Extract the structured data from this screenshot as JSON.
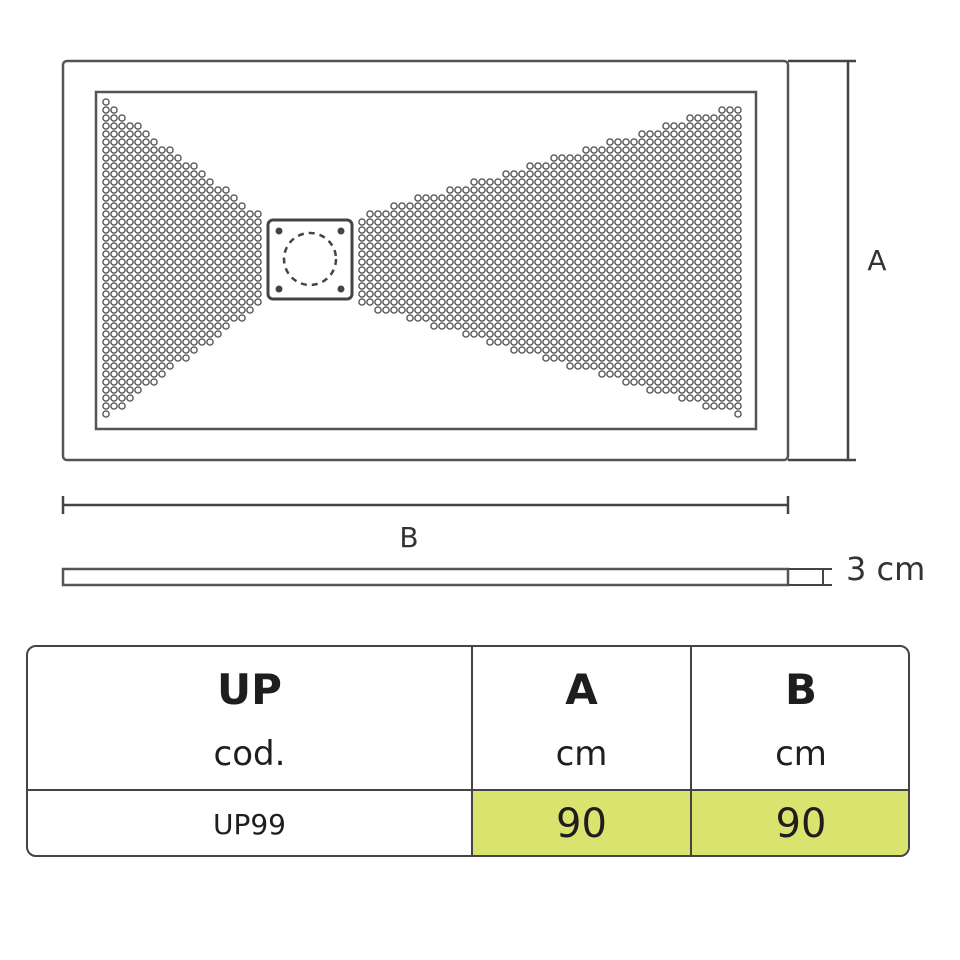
{
  "drawing": {
    "label_a": "A",
    "label_b": "B",
    "thickness_label": "3 cm"
  },
  "table": {
    "columns": [
      {
        "header": "UP",
        "unit": "cod."
      },
      {
        "header": "A",
        "unit": "cm"
      },
      {
        "header": "B",
        "unit": "cm"
      }
    ],
    "rows": [
      {
        "code": "UP99",
        "a": "90",
        "b": "90"
      }
    ],
    "highlight_color": "#d9e36e"
  }
}
